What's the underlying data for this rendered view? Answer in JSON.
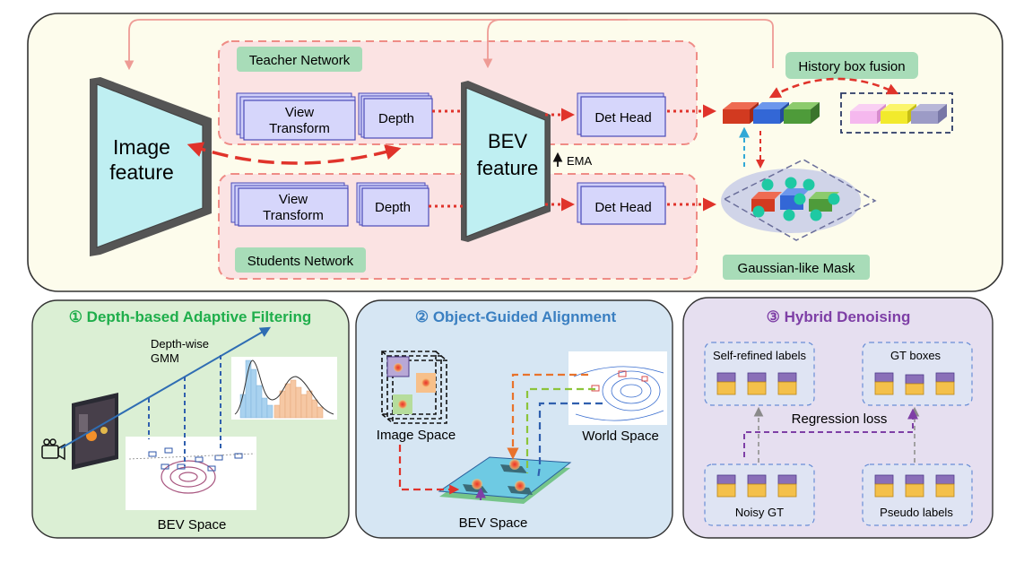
{
  "top": {
    "teacher_network": "Teacher Network",
    "students_network": "Students Network",
    "image_feature": [
      "Image",
      "feature"
    ],
    "bev_feature": [
      "BEV",
      "feature"
    ],
    "view_transform": [
      "View",
      "Transform"
    ],
    "depth": "Depth",
    "det_head": "Det Head",
    "ema": "EMA",
    "history_box_fusion": "History box fusion",
    "gaussian_mask": "Gaussian-like Mask"
  },
  "panels": {
    "depth_filter": {
      "title": "① Depth-based Adaptive Filtering",
      "gmm": [
        "Depth-wise",
        "GMM"
      ],
      "bev_space": "BEV Space",
      "color": "#1fae4b"
    },
    "object_align": {
      "title": "② Object-Guided Alignment",
      "image_space": "Image Space",
      "world_space": "World Space",
      "bev_space": "BEV Space",
      "color": "#3a7fc1"
    },
    "hybrid": {
      "title": "③ Hybrid Denoising",
      "self_refined": "Self-refined labels",
      "gt_boxes": "GT boxes",
      "regression_loss": "Regression loss",
      "noisy_gt": "Noisy GT",
      "pseudo_labels": "Pseudo labels",
      "color": "#7e3fa6"
    }
  },
  "icons": {
    "camera": "camera-icon"
  }
}
